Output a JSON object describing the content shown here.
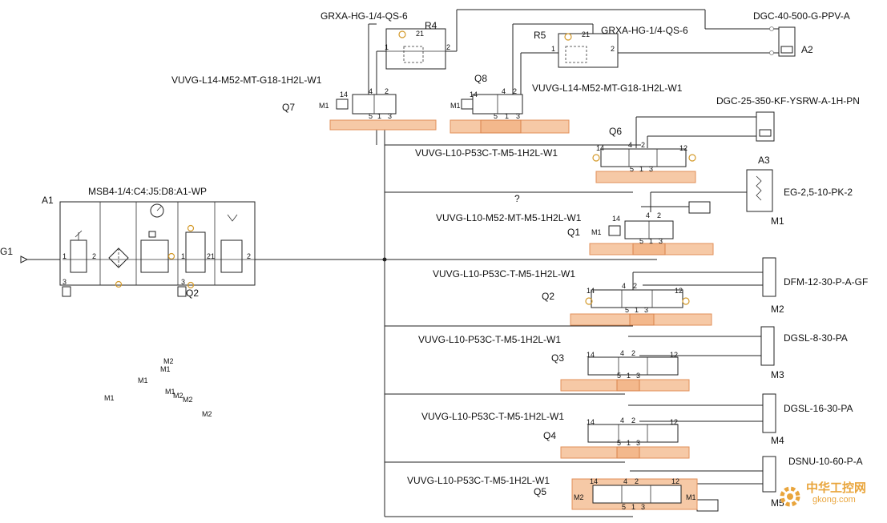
{
  "supply": {
    "id": "G1"
  },
  "service_unit": {
    "id": "A1",
    "model": "MSB4-1/4:C4:J5:D8:A1-WP",
    "sub_valve": "Q2",
    "ports": [
      "1",
      "2",
      "1",
      "2",
      "1",
      "2",
      "3",
      "3"
    ]
  },
  "flow_controls": [
    {
      "id": "R4",
      "model": "GRXA-HG-1/4-QS-6",
      "ports": [
        "1",
        "21",
        "2"
      ]
    },
    {
      "id": "R5",
      "model": "GRXA-HG-1/4-QS-6",
      "ports": [
        "1",
        "21",
        "2"
      ]
    }
  ],
  "valves": [
    {
      "id": "Q7",
      "model": "VUVG-L14-M52-MT-G18-1H2L-W1",
      "solenoids": [
        "M1"
      ],
      "ports": [
        "14",
        "4",
        "2",
        "5",
        "1",
        "3"
      ]
    },
    {
      "id": "Q8",
      "model": "VUVG-L14-M52-MT-G18-1H2L-W1",
      "solenoids": [
        "M1"
      ],
      "ports": [
        "14",
        "4",
        "2",
        "5",
        "1",
        "3"
      ]
    },
    {
      "id": "Q6",
      "model": "VUVG-L10-P53C-T-M5-1H2L-W1",
      "solenoids": [],
      "ports": [
        "14",
        "4",
        "2",
        "12",
        "5",
        "1",
        "3"
      ]
    },
    {
      "id": "Q1",
      "model": "VUVG-L10-M52-MT-M5-1H2L-W1",
      "solenoids": [
        "M1"
      ],
      "ports": [
        "14",
        "4",
        "2",
        "5",
        "1",
        "3"
      ]
    },
    {
      "id": "Q2",
      "model": "VUVG-L10-P53C-T-M5-1H2L-W1",
      "solenoids": [],
      "ports": [
        "14",
        "4",
        "2",
        "12",
        "5",
        "1",
        "3"
      ]
    },
    {
      "id": "Q3",
      "model": "VUVG-L10-P53C-T-M5-1H2L-W1",
      "solenoids": [],
      "ports": [
        "14",
        "4",
        "2",
        "12",
        "5",
        "1",
        "3"
      ]
    },
    {
      "id": "Q4",
      "model": "VUVG-L10-P53C-T-M5-1H2L-W1",
      "solenoids": [],
      "ports": [
        "14",
        "4",
        "2",
        "12",
        "5",
        "1",
        "3"
      ]
    },
    {
      "id": "Q5",
      "model": "VUVG-L10-P53C-T-M5-1H2L-W1",
      "solenoids": [
        "M2",
        "M1"
      ],
      "ports": [
        "14",
        "4",
        "2",
        "12",
        "5",
        "1",
        "3"
      ]
    }
  ],
  "actuators": [
    {
      "id": "A2",
      "model": "DGC-40-500-G-PPV-A"
    },
    {
      "id": "A3",
      "model": "DGC-25-350-KF-YSRW-A-1H-PN"
    },
    {
      "id": "M1",
      "model": "EG-2,5-10-PK-2"
    },
    {
      "id": "M2",
      "model": "DFM-12-30-P-A-GF"
    },
    {
      "id": "M3",
      "model": "DGSL-8-30-PA"
    },
    {
      "id": "M4",
      "model": "DGSL-16-30-PA"
    },
    {
      "id": "M5",
      "model": "DSNU-10-60-P-A"
    }
  ],
  "question_mark": "?",
  "stray_labels": [
    "M2",
    "M1",
    "M1",
    "M1",
    "M1",
    "M2",
    "M2",
    "M2"
  ],
  "watermark": {
    "main": "中华工控网",
    "sub": "gkong.com"
  },
  "colors": {
    "highlight": "#f6c9a6",
    "highlight_border": "#e2905a",
    "port_ring": "#d49a2a",
    "line": "#222222"
  }
}
